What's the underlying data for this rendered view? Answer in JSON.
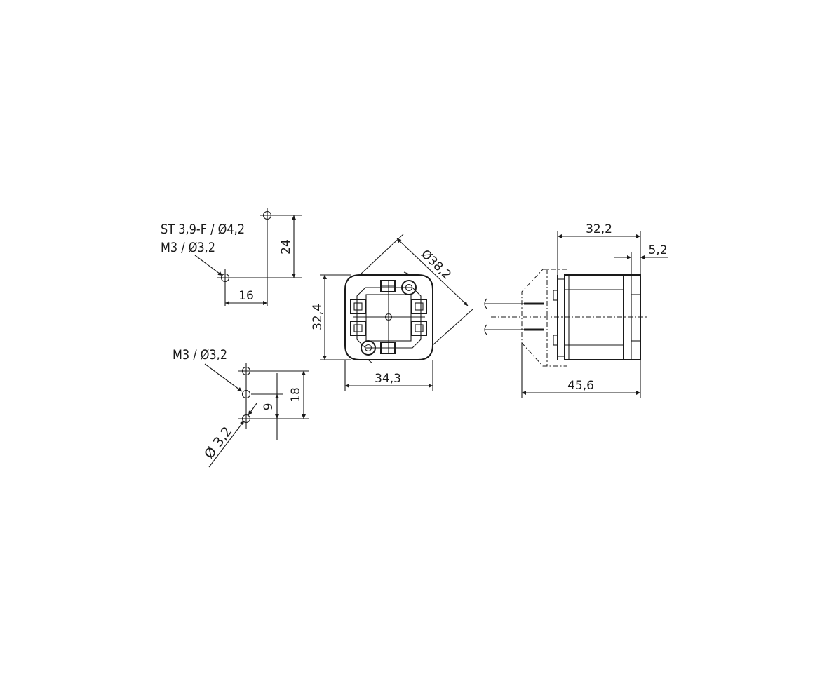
{
  "labels": {
    "hole_spec_1": "ST 3,9-F / Ø4,2",
    "hole_spec_2": "M3 / Ø3,2",
    "hole_spec_3": "M3 / Ø3,2",
    "hole_diameter": "Ø 3,2"
  },
  "dimensions": {
    "d24": "24",
    "d16": "16",
    "d18": "18",
    "d9": "9",
    "front_height": "32,4",
    "front_width": "34,3",
    "front_diameter": "Ø38,2",
    "side_width": "32,2",
    "side_offset": "5,2",
    "side_total": "45,6"
  },
  "colors": {
    "line": "#1a1a1a",
    "background": "#ffffff"
  }
}
